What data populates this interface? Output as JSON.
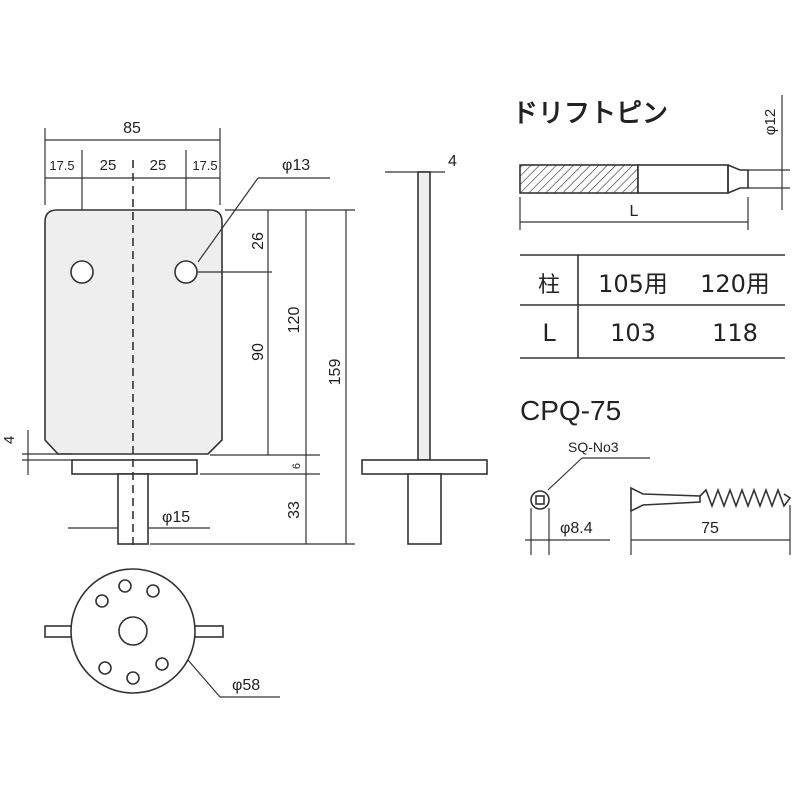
{
  "front_view": {
    "overall_width": "85",
    "seg_a": "17.5",
    "seg_b": "25",
    "seg_c": "25",
    "seg_d": "17.5",
    "hole_dia": "φ13",
    "dim_26": "26",
    "dim_90": "90",
    "dim_120": "120",
    "dim_159": "159",
    "dim_4": "4",
    "dim_6": "6",
    "dim_33": "33",
    "pipe_dia": "φ15"
  },
  "side_view": {
    "thickness": "4"
  },
  "bottom_view": {
    "plate_dia": "φ58"
  },
  "drift_pin": {
    "title": "ドリフトピン",
    "tip_dia": "φ12",
    "length_label": "L",
    "table": {
      "headers": [
        "柱",
        "105用",
        "120用"
      ],
      "rows": [
        [
          "L",
          "103",
          "118"
        ]
      ]
    }
  },
  "screw": {
    "title": "CPQ-75",
    "head_label": "SQ-No3",
    "dia": "φ8.4",
    "length": "75"
  },
  "colors": {
    "line": "#333333",
    "fill": "#eeeeee"
  }
}
